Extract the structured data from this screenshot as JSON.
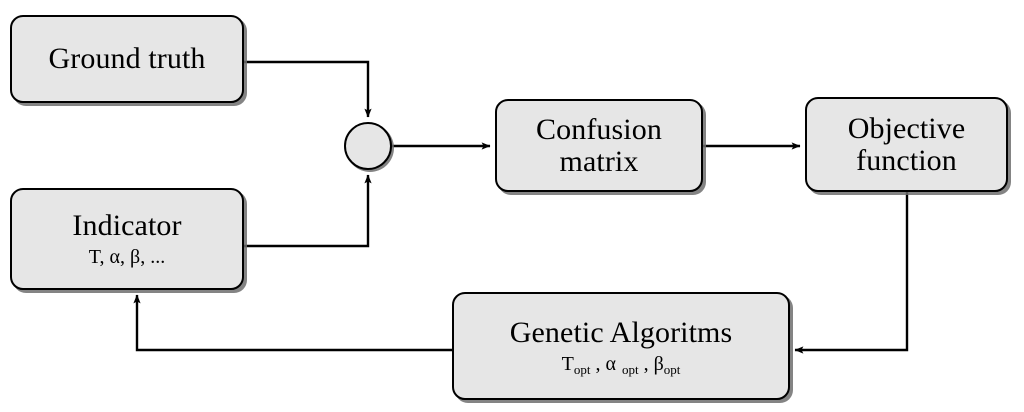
{
  "diagram": {
    "title": "Genetic algorithm optimization flowchart",
    "style": {
      "node_fill": "#e6e6e6",
      "node_border": "#000000",
      "shadow": "#6e6e6e",
      "background": "#ffffff",
      "edge_color": "#000000"
    },
    "nodes": [
      {
        "id": "ground-truth",
        "title": "Ground truth",
        "sub": ""
      },
      {
        "id": "indicator",
        "title": "Indicator",
        "sub_prefix": "T, ",
        "sub_alpha": "α",
        "sub_mid": ", ",
        "sub_beta": "β",
        "sub_suffix": ", ..."
      },
      {
        "id": "confusion-matrix",
        "title_line1": "Confusion",
        "title_line2": "matrix"
      },
      {
        "id": "objective-function",
        "title_line1": "Objective",
        "title_line2": "function"
      },
      {
        "id": "genetic-algorithms",
        "title": "Genetic Algoritms",
        "sub_t": "T",
        "sub_t_opt": "opt",
        "sub_sep1": " , ",
        "sub_alpha": "α",
        "sub_alpha_opt": "opt",
        "sub_sep2": " , ",
        "sub_beta": "β",
        "sub_beta_opt": "opt"
      }
    ],
    "junction": {
      "id": "comparison-junction",
      "shape": "circle",
      "label": ""
    },
    "edges": [
      {
        "id": "ground-truth-to-junction",
        "from": "ground-truth",
        "to": "comparison-junction",
        "arrow": true
      },
      {
        "id": "indicator-to-junction",
        "from": "indicator",
        "to": "comparison-junction",
        "arrow": true
      },
      {
        "id": "junction-to-confusion",
        "from": "comparison-junction",
        "to": "confusion-matrix",
        "arrow": true
      },
      {
        "id": "confusion-to-objective",
        "from": "confusion-matrix",
        "to": "objective-function",
        "arrow": true
      },
      {
        "id": "objective-to-genetic",
        "from": "objective-function",
        "to": "genetic-algorithms",
        "arrow": true
      },
      {
        "id": "genetic-to-indicator",
        "from": "genetic-algorithms",
        "to": "indicator",
        "arrow": true
      }
    ]
  }
}
